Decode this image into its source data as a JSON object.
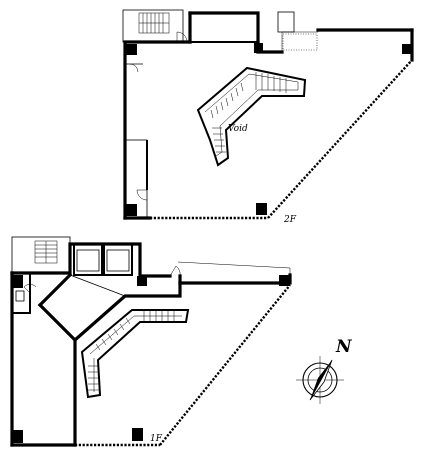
{
  "labels": {
    "void": "Void",
    "floor_2": "2F",
    "floor_1": "1F",
    "north": "N"
  },
  "icons": {
    "north_arrow": "compass-north-arrow"
  }
}
